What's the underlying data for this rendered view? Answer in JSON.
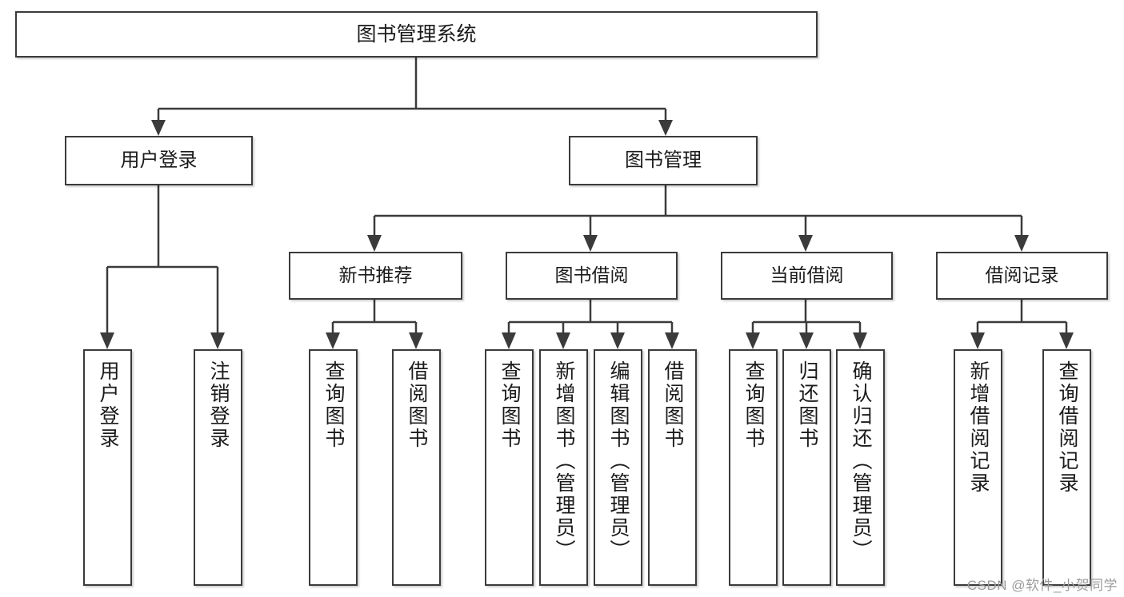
{
  "diagram": {
    "type": "tree-hierarchy",
    "title": "图书管理系统",
    "root": {
      "id": "root",
      "label": "图书管理系统"
    },
    "level2": [
      {
        "id": "user-login",
        "label": "用户登录"
      },
      {
        "id": "book-management",
        "label": "图书管理"
      }
    ],
    "level3": [
      {
        "id": "new-book-recommend",
        "label": "新书推荐",
        "parent": "book-management"
      },
      {
        "id": "book-borrow",
        "label": "图书借阅",
        "parent": "book-management"
      },
      {
        "id": "current-borrow",
        "label": "当前借阅",
        "parent": "book-management"
      },
      {
        "id": "borrow-record",
        "label": "借阅记录",
        "parent": "book-management"
      }
    ],
    "leaves": [
      {
        "id": "leaf-user-login",
        "label": "用户登录",
        "parent": "user-login"
      },
      {
        "id": "leaf-logout-login",
        "label": "注销登录",
        "parent": "user-login"
      },
      {
        "id": "leaf-query-book-1",
        "label": "查询图书",
        "parent": "new-book-recommend"
      },
      {
        "id": "leaf-borrow-book-1",
        "label": "借阅图书",
        "parent": "new-book-recommend"
      },
      {
        "id": "leaf-query-book-2",
        "label": "查询图书",
        "parent": "book-borrow"
      },
      {
        "id": "leaf-add-book",
        "label": "新增图书（管理员）",
        "parent": "book-borrow"
      },
      {
        "id": "leaf-edit-book",
        "label": "编辑图书（管理员）",
        "parent": "book-borrow"
      },
      {
        "id": "leaf-borrow-book-2",
        "label": "借阅图书",
        "parent": "book-borrow"
      },
      {
        "id": "leaf-query-book-3",
        "label": "查询图书",
        "parent": "current-borrow"
      },
      {
        "id": "leaf-return-book",
        "label": "归还图书",
        "parent": "current-borrow"
      },
      {
        "id": "leaf-confirm-return",
        "label": "确认归还（管理员）",
        "parent": "current-borrow"
      },
      {
        "id": "leaf-add-record",
        "label": "新增借阅记录",
        "parent": "borrow-record"
      },
      {
        "id": "leaf-query-record",
        "label": "查询借阅记录",
        "parent": "borrow-record"
      }
    ],
    "colors": {
      "stroke": "#3b3b3b",
      "fill": "#ffffff",
      "text": "#1b1b1b",
      "watermark": "#9b9b9b"
    }
  },
  "watermark": {
    "text": "CSDN @软件_小贺同学"
  }
}
